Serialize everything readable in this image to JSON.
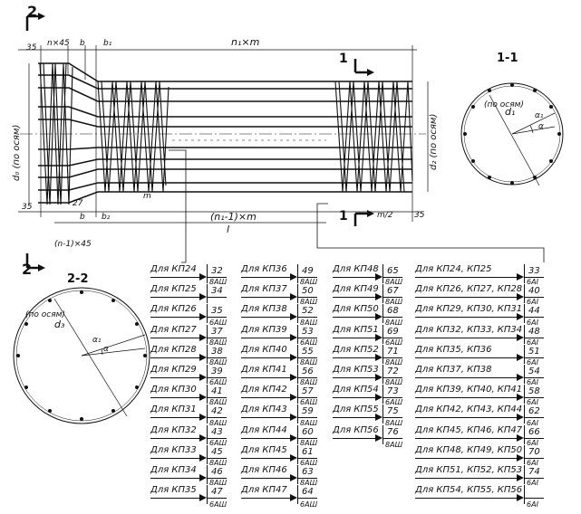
{
  "elevation": {
    "dims": {
      "d35a": "35",
      "pitch_n45": "n×45",
      "b_top": "b",
      "b1_top": "b₁",
      "n1m": "n₁×m",
      "d35b": "35",
      "d27": "27",
      "b_bot": "b",
      "b2_bot": "b₂",
      "n1_1m": "(n₁-1)×m",
      "m_half": "m/2",
      "d35c": "35",
      "m_small": "m",
      "l": "l",
      "n_1_45": "(n-1)×45"
    },
    "axis_labels": {
      "d0": "d₀ (по осям)",
      "d2": "d₂ (по осям)"
    },
    "section_marks": {
      "s2_top": "2",
      "s2_bot": "2",
      "s1_top": "1",
      "s1_bot": "1"
    }
  },
  "section_1": {
    "title": "1-1",
    "d1": "d₁",
    "axis": "(по осям)",
    "alpha1": "α₁",
    "alpha": "α"
  },
  "section_2": {
    "title": "2-2",
    "d3": "d₃",
    "axis": "(по осям)",
    "alpha1": "α₁",
    "alpha": "α"
  },
  "schedule": {
    "col1": [
      {
        "label": "Для КП24",
        "n": "32",
        "k": ""
      },
      {
        "label": "Для КП25",
        "n": "34",
        "k": "8AШ"
      },
      {
        "label": "Для КП26",
        "n": "35",
        "k": ""
      },
      {
        "label": "Для КП27",
        "n": "37",
        "k": "6AШ"
      },
      {
        "label": "Для КП28",
        "n": "38",
        "k": "8AШ"
      },
      {
        "label": "Для КП29",
        "n": "39",
        "k": "8AШ"
      },
      {
        "label": "Для КП30",
        "n": "41",
        "k": "6AШ"
      },
      {
        "label": "Для КП31",
        "n": "42",
        "k": "8AШ"
      },
      {
        "label": "Для КП32",
        "n": "43",
        "k": "8AШ"
      },
      {
        "label": "Для КП33",
        "n": "45",
        "k": "6AШ"
      },
      {
        "label": "Для КП34",
        "n": "46",
        "k": "8AШ"
      },
      {
        "label": "Для КП35",
        "n": "47",
        "k": "8AШ"
      }
    ],
    "col1_tail": "6AШ",
    "col2": [
      {
        "label": "Для КП36",
        "n": "49",
        "k": ""
      },
      {
        "label": "Для КП37",
        "n": "50",
        "k": "8AШ"
      },
      {
        "label": "Для КП38",
        "n": "52",
        "k": "8AШ"
      },
      {
        "label": "Для КП39",
        "n": "53",
        "k": "8AШ"
      },
      {
        "label": "Для КП40",
        "n": "55",
        "k": "6AШ"
      },
      {
        "label": "Для КП41",
        "n": "56",
        "k": "8AШ"
      },
      {
        "label": "Для КП42",
        "n": "57",
        "k": "8AШ"
      },
      {
        "label": "Для КП43",
        "n": "59",
        "k": "6AШ"
      },
      {
        "label": "Для КП44",
        "n": "60",
        "k": "8AШ"
      },
      {
        "label": "Для КП45",
        "n": "61",
        "k": "8AШ"
      },
      {
        "label": "Для КП46",
        "n": "63",
        "k": "6AШ"
      },
      {
        "label": "Для КП47",
        "n": "64",
        "k": "8AШ"
      }
    ],
    "col2_tail": "6AШ",
    "col3": [
      {
        "label": "Для КП48",
        "n": "65",
        "k": ""
      },
      {
        "label": "Для КП49",
        "n": "67",
        "k": "8AШ"
      },
      {
        "label": "Для КП50",
        "n": "68",
        "k": "8AШ"
      },
      {
        "label": "Для КП51",
        "n": "69",
        "k": "8AШ"
      },
      {
        "label": "Для КП52",
        "n": "71",
        "k": "6AШ"
      },
      {
        "label": "Для КП53",
        "n": "72",
        "k": "8AШ"
      },
      {
        "label": "Для КП54",
        "n": "73",
        "k": "8AШ"
      },
      {
        "label": "Для КП55",
        "n": "75",
        "k": "6AШ"
      },
      {
        "label": "Для КП56",
        "n": "76",
        "k": "8AШ"
      }
    ],
    "col3_tail": "8AШ",
    "col4": [
      {
        "label": "Для КП24, КП25",
        "n": "33",
        "k": ""
      },
      {
        "label": "Для КП26, КП27, КП28",
        "n": "40",
        "k": "6AІ"
      },
      {
        "label": "Для КП29, КП30, КП31",
        "n": "44",
        "k": "6AІ"
      },
      {
        "label": "Для КП32, КП33, КП34",
        "n": "48",
        "k": "6AІ"
      },
      {
        "label": "Для КП35, КП36",
        "n": "51",
        "k": "6AІ"
      },
      {
        "label": "Для КП37, КП38",
        "n": "54",
        "k": "6AІ"
      },
      {
        "label": "Для КП39, КП40, КП41",
        "n": "58",
        "k": "6AІ"
      },
      {
        "label": "Для КП42, КП43, КП44",
        "n": "62",
        "k": "6AІ"
      },
      {
        "label": "Для КП45, КП46, КП47",
        "n": "66",
        "k": "6AІ"
      },
      {
        "label": "Для КП48, КП49, КП50",
        "n": "70",
        "k": "6AІ"
      },
      {
        "label": "Для КП51, КП52, КП53",
        "n": "74",
        "k": "6AІ"
      },
      {
        "label": "Для КП54, КП55, КП56",
        "n": "",
        "k": "6AІ"
      }
    ],
    "col4_tail": "6AІ"
  }
}
